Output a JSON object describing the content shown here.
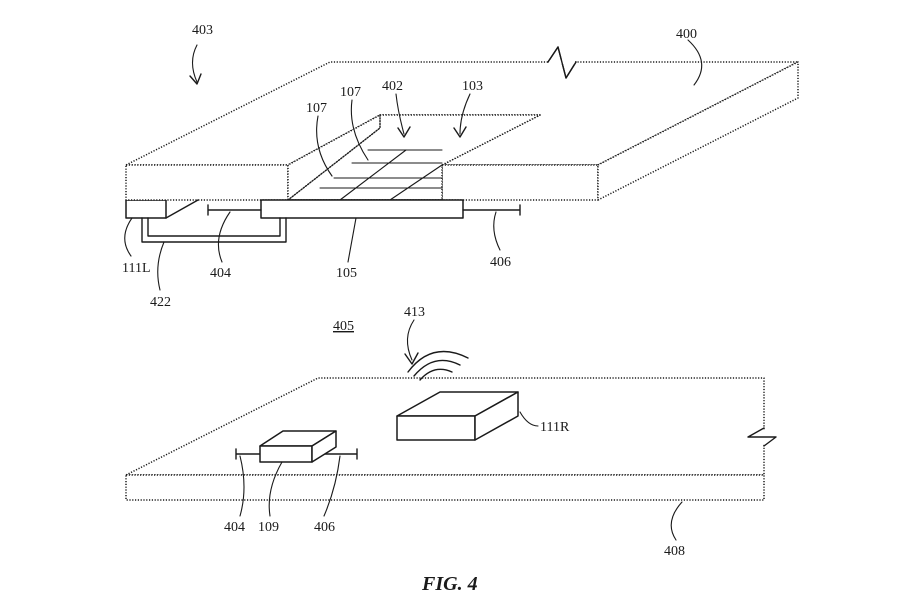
{
  "figure": {
    "caption": "FIG. 4",
    "labels": {
      "ref_403": "403",
      "ref_400": "400",
      "ref_107_a": "107",
      "ref_107_b": "107",
      "ref_402": "402",
      "ref_103": "103",
      "ref_111L": "111L",
      "ref_422": "422",
      "ref_404_top": "404",
      "ref_105": "105",
      "ref_406_top": "406",
      "ref_405": "405",
      "ref_413": "413",
      "ref_111R": "111R",
      "ref_404_bottom": "404",
      "ref_109": "109",
      "ref_406_bottom": "406",
      "ref_408": "408"
    }
  }
}
